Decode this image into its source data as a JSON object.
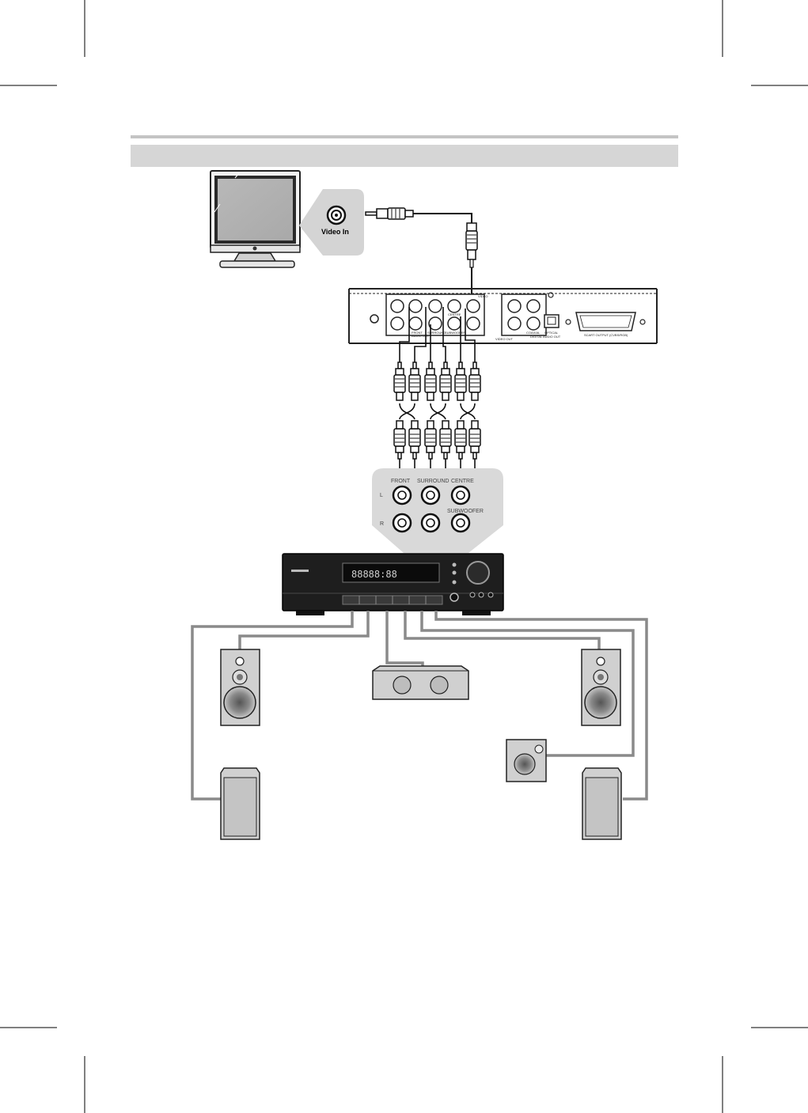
{
  "tv": {
    "video_in_label": "Video In"
  },
  "dvd_panel": {
    "labels": {
      "audio_out": "AUDIO OUT",
      "video_out": "VIDEO OUT",
      "front": "FRONT",
      "surround": "SURROUND",
      "centre": "CENTRE",
      "subwoofer": "SUBWOOFER",
      "video": "VIDEO",
      "digital_audio_out": "DIGITAL AUDIO OUT",
      "coaxial": "COAXIAL",
      "optical": "OPTICAL",
      "scart": "SCART OUTPUT (CVBS/RGB)"
    }
  },
  "receiver_inputs": {
    "front": "FRONT",
    "surround": "SURROUND",
    "centre": "CENTRE",
    "subwoofer": "SUBWOOFER",
    "left": "L",
    "right": "R"
  },
  "amplifier": {
    "display_text": "88888:88"
  },
  "colors": {
    "cable": "#8a8a8a",
    "panel_gray": "#d9d9d9",
    "amp_body": "#1e1e1e",
    "header_bar": "#d6d6d6"
  }
}
